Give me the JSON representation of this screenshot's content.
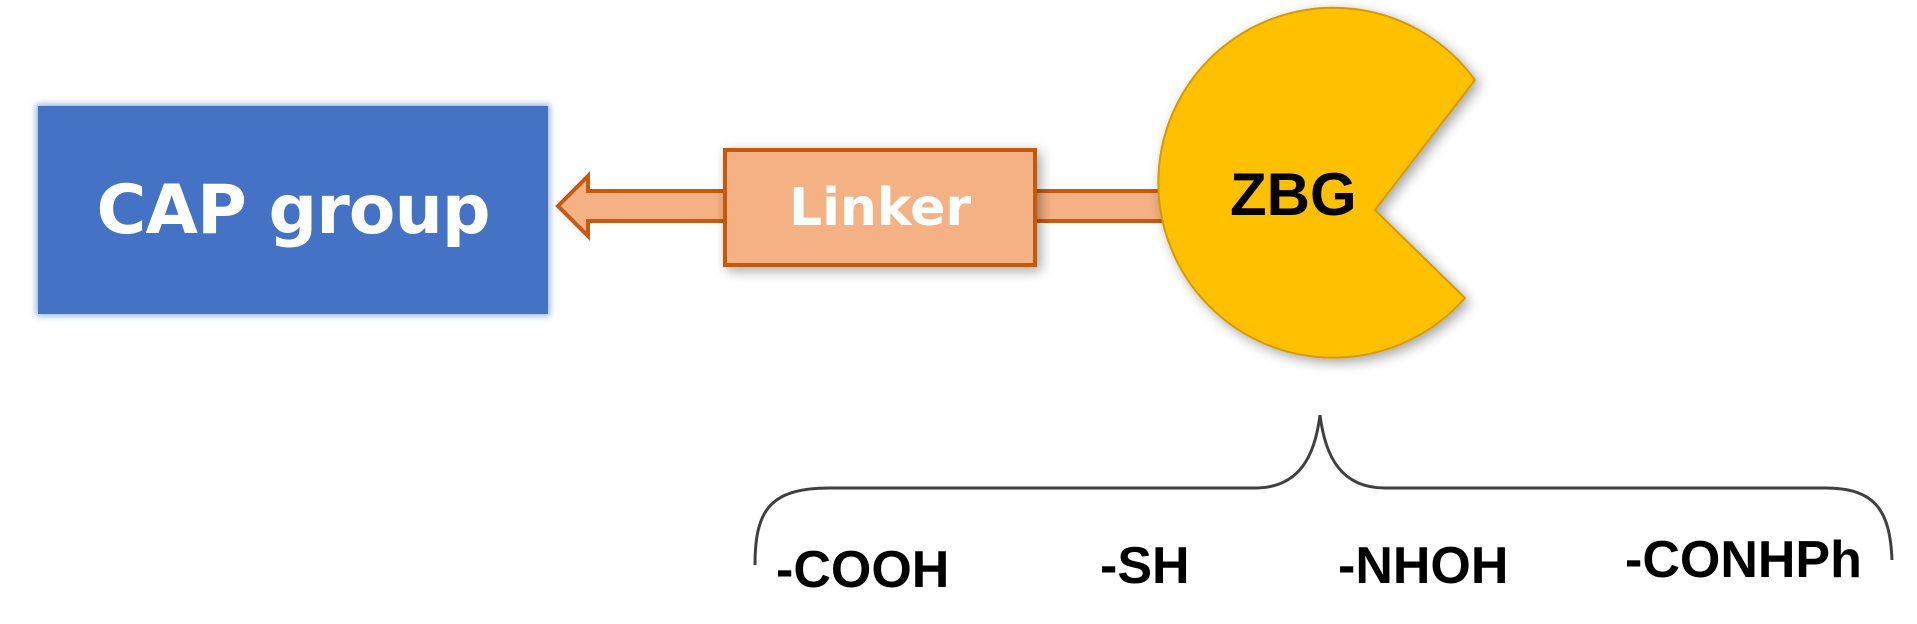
{
  "cap": {
    "label": "CAP group"
  },
  "linker": {
    "label": "Linker"
  },
  "zbg": {
    "label": "ZBG"
  },
  "groups": [
    "-COOH",
    "-SH",
    "-NHOH",
    "-CONHPh"
  ],
  "colors": {
    "cap_fill": "#4472c4",
    "linker_fill": "#f4b183",
    "linker_border": "#c55a11",
    "zbg_fill": "#ffc000",
    "brace": "#404040"
  }
}
